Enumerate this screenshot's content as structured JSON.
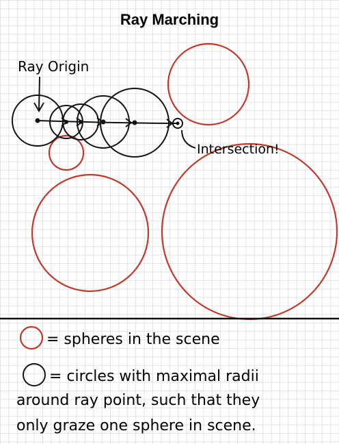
{
  "title": "Ray Marching",
  "labels": {
    "ray_origin": "Ray Origin",
    "intersection": "Intersection!"
  },
  "legend": {
    "red": "= spheres in the scene",
    "black_line1": "= circles with maximal radii",
    "black_line2": "around ray point, such that they",
    "black_line3": "only graze one sphere in scene."
  },
  "colors": {
    "sphere": "#c0392b",
    "circle": "#111111",
    "grid": "#e3e3e3"
  }
}
